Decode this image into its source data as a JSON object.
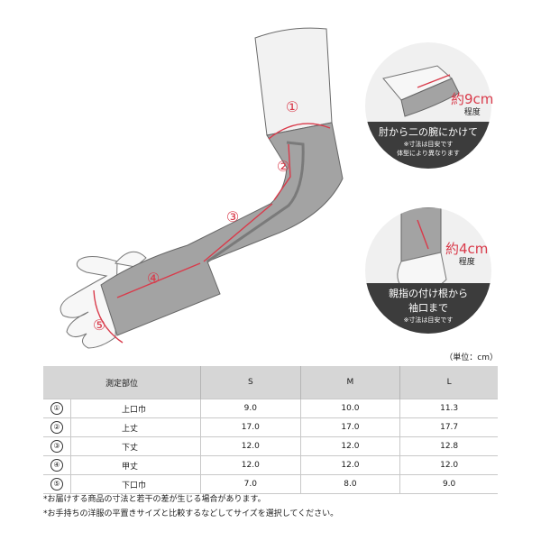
{
  "diagram": {
    "markers": [
      "①",
      "②",
      "③",
      "④",
      "⑤"
    ]
  },
  "callout_top": {
    "approx_value": "約9cm",
    "approx_label": "程度",
    "description": "肘から二の腕にかけて",
    "note1": "※寸法は目安です",
    "note2": "体型により異なります"
  },
  "callout_bottom": {
    "approx_value": "約4cm",
    "approx_label": "程度",
    "description1": "親指の付け根から",
    "description2": "袖口まで",
    "note": "※寸法は目安です"
  },
  "table": {
    "unit": "（単位：cm）",
    "headers": [
      "測定部位",
      "S",
      "M",
      "L"
    ],
    "rows": [
      {
        "no": "①",
        "part": "上口巾",
        "s": "9.0",
        "m": "10.0",
        "l": "11.3"
      },
      {
        "no": "②",
        "part": "上丈",
        "s": "17.0",
        "m": "17.0",
        "l": "17.7"
      },
      {
        "no": "③",
        "part": "下丈",
        "s": "12.0",
        "m": "12.0",
        "l": "12.8"
      },
      {
        "no": "④",
        "part": "甲丈",
        "s": "12.0",
        "m": "12.0",
        "l": "12.0"
      },
      {
        "no": "⑤",
        "part": "下口巾",
        "s": "7.0",
        "m": "8.0",
        "l": "9.0"
      }
    ]
  },
  "notes": [
    "*お届けする商品の寸法と若干の差が生じる場合があります。",
    "*お手持ちの洋服の平置きサイズと比較するなどしてサイズを選択してください。"
  ],
  "colors": {
    "accent": "#d93a4a",
    "sleeve": "#a3a3a3",
    "header_bg": "#d6d6d6",
    "band": "#3c3c3c"
  }
}
